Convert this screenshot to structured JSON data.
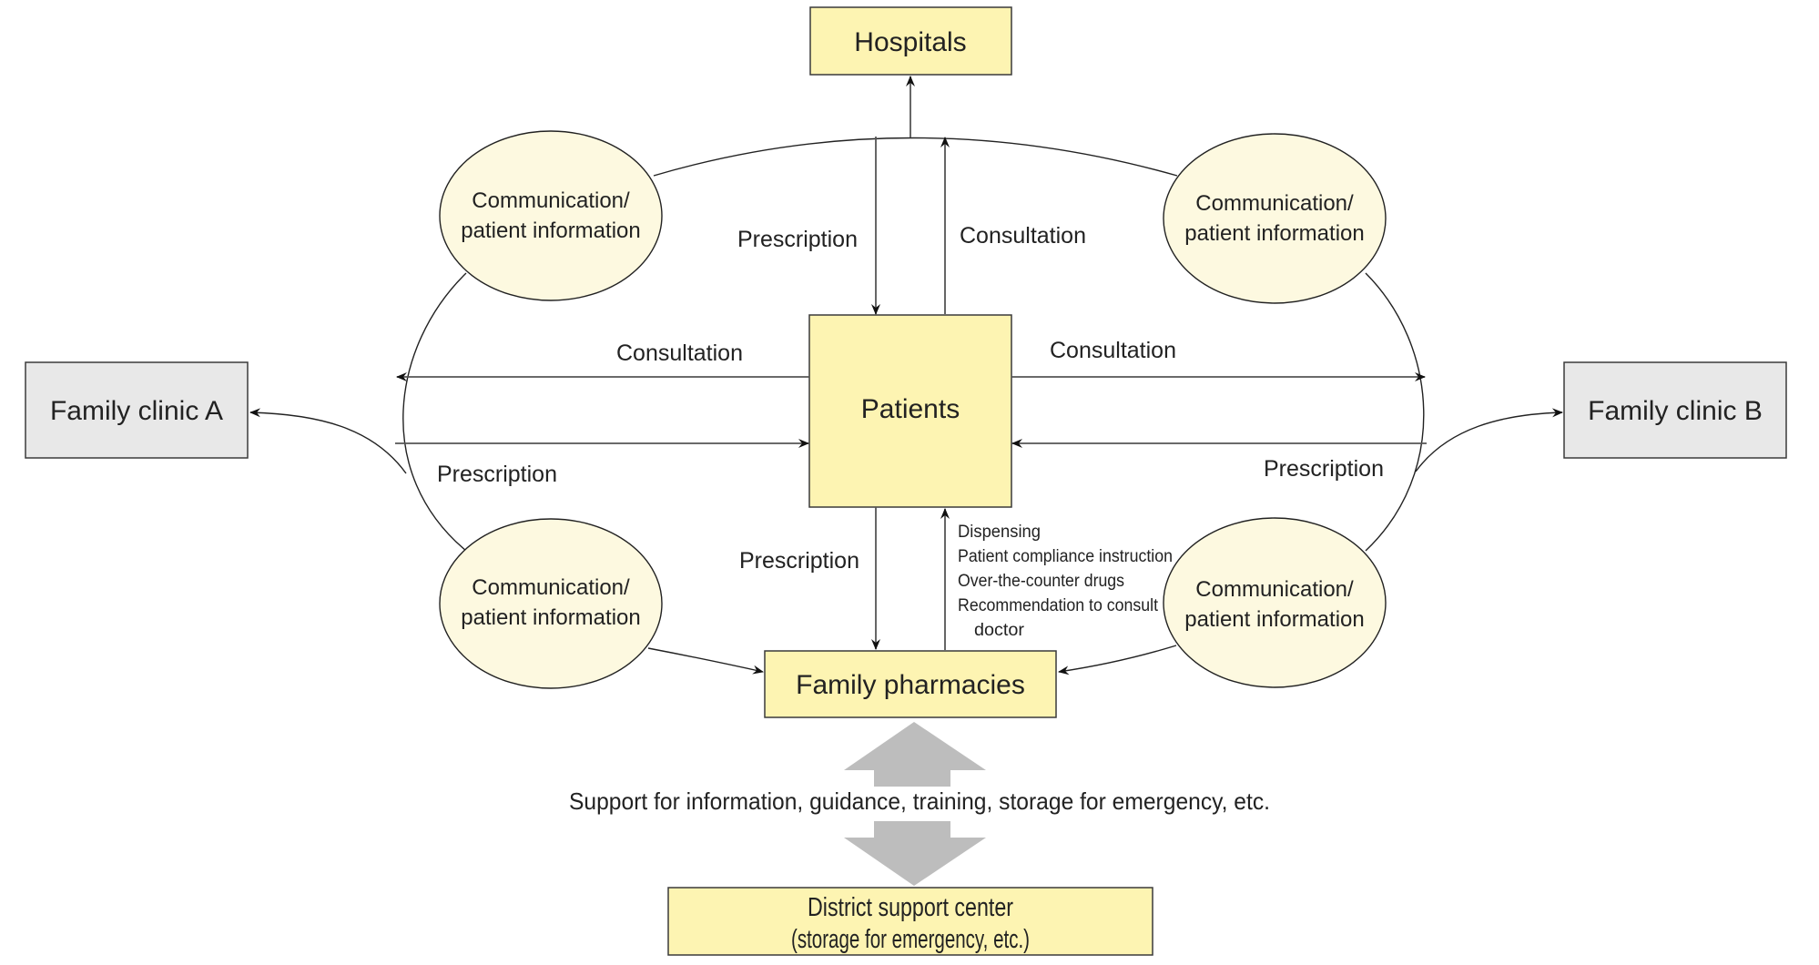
{
  "nodes": {
    "hospitals": "Hospitals",
    "patients": "Patients",
    "family_clinic_a": "Family clinic A",
    "family_clinic_b": "Family clinic B",
    "family_pharmacies": "Family pharmacies",
    "district_support_center": {
      "line1": "District support center",
      "line2": "(storage for emergency, etc.)"
    }
  },
  "ellipses": [
    {
      "position": "top-left",
      "line1": "Communication/",
      "line2": "patient information"
    },
    {
      "position": "top-right",
      "line1": "Communication/",
      "line2": "patient information"
    },
    {
      "position": "bottom-left",
      "line1": "Communication/",
      "line2": "patient information"
    },
    {
      "position": "bottom-right",
      "line1": "Communication/",
      "line2": "patient information"
    }
  ],
  "edge_labels": {
    "top_prescription": "Prescription",
    "top_consultation": "Consultation",
    "left_consultation": "Consultation",
    "left_prescription": "Prescription",
    "right_consultation": "Consultation",
    "right_prescription": "Prescription",
    "bottom_prescription": "Prescription"
  },
  "pharmacy_services": [
    "Dispensing",
    "Patient compliance instruction",
    "Over-the-counter drugs",
    "Recommendation to consult",
    "doctor"
  ],
  "support_text": "Support for information, guidance, training, storage for emergency, etc.",
  "colors": {
    "primary_box": "#fdf4b2",
    "clinic_box": "#e8e8e8",
    "ellipse_fill": "#fdf9e0",
    "support_arrow": "#bdbdbd"
  }
}
